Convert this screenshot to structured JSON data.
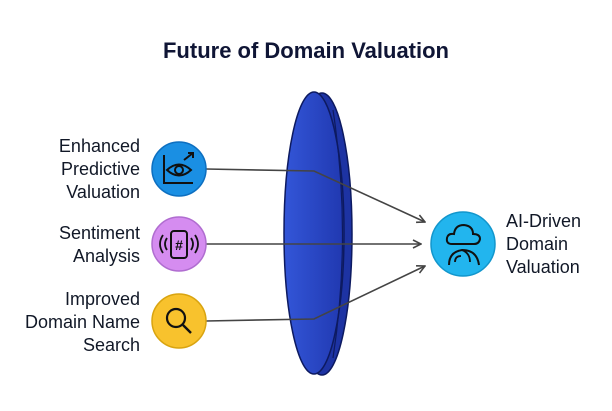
{
  "title": "Future of Domain Valuation",
  "inputs": [
    {
      "line1": "Enhanced",
      "line2": "Predictive",
      "line3": "Valuation",
      "icon": "eye-chart-icon",
      "color": "#1a8fe3"
    },
    {
      "line1": "Sentiment",
      "line2": "Analysis",
      "icon": "phone-hashtag-icon",
      "color": "#d58cf0"
    },
    {
      "line1": "Improved",
      "line2": "Domain Name",
      "line3": "Search",
      "icon": "search-icon",
      "color": "#f8c22d"
    }
  ],
  "output": {
    "line1": "AI-Driven",
    "line2": "Domain",
    "line3": "Valuation",
    "icon": "cloud-globe-icon",
    "color": "#22b5ee"
  },
  "lens_color": "#2746c9"
}
